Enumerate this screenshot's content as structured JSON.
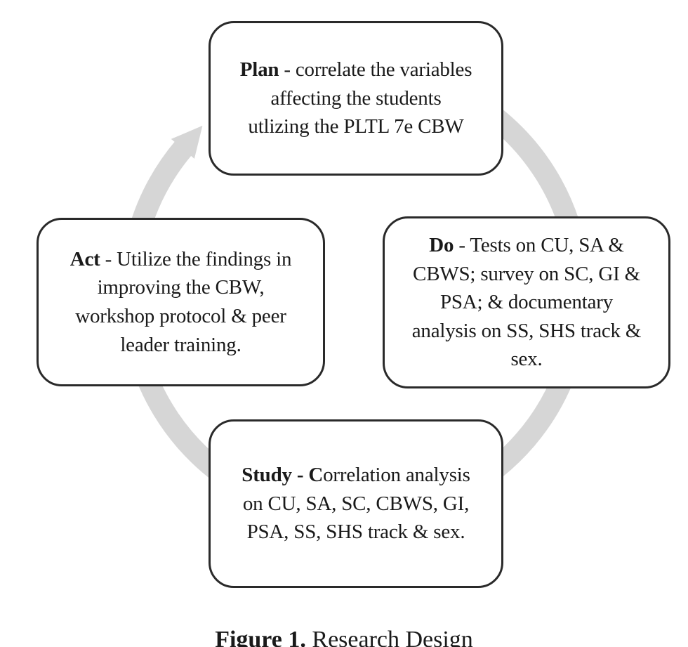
{
  "figure": {
    "boxes": {
      "plan": {
        "bold": "Plan",
        "rest": " - correlate the variables\naffecting the students\nutlizing the PLTL 7e CBW"
      },
      "do": {
        "bold": "Do",
        "rest": " - Tests on CU, SA &\nCBWS; survey on SC, GI &\nPSA; & documentary\nanalysis on SS, SHS track &\nsex."
      },
      "study": {
        "bold": "Study - C",
        "rest": "orrelation analysis\non CU, SA, SC, CBWS, GI,\nPSA, SS, SHS track & sex."
      },
      "act": {
        "bold": "Act",
        "rest": " - Utilize the findings in\nimproving the CBW,\nworkshop protocol & peer\nleader training."
      }
    },
    "caption": {
      "bold": "Figure 1.",
      "rest": " Research Design"
    },
    "colors": {
      "arrow": "#d6d6d6",
      "box_border": "#2a2a2a",
      "text": "#1a1a1a",
      "background": "#ffffff"
    }
  }
}
